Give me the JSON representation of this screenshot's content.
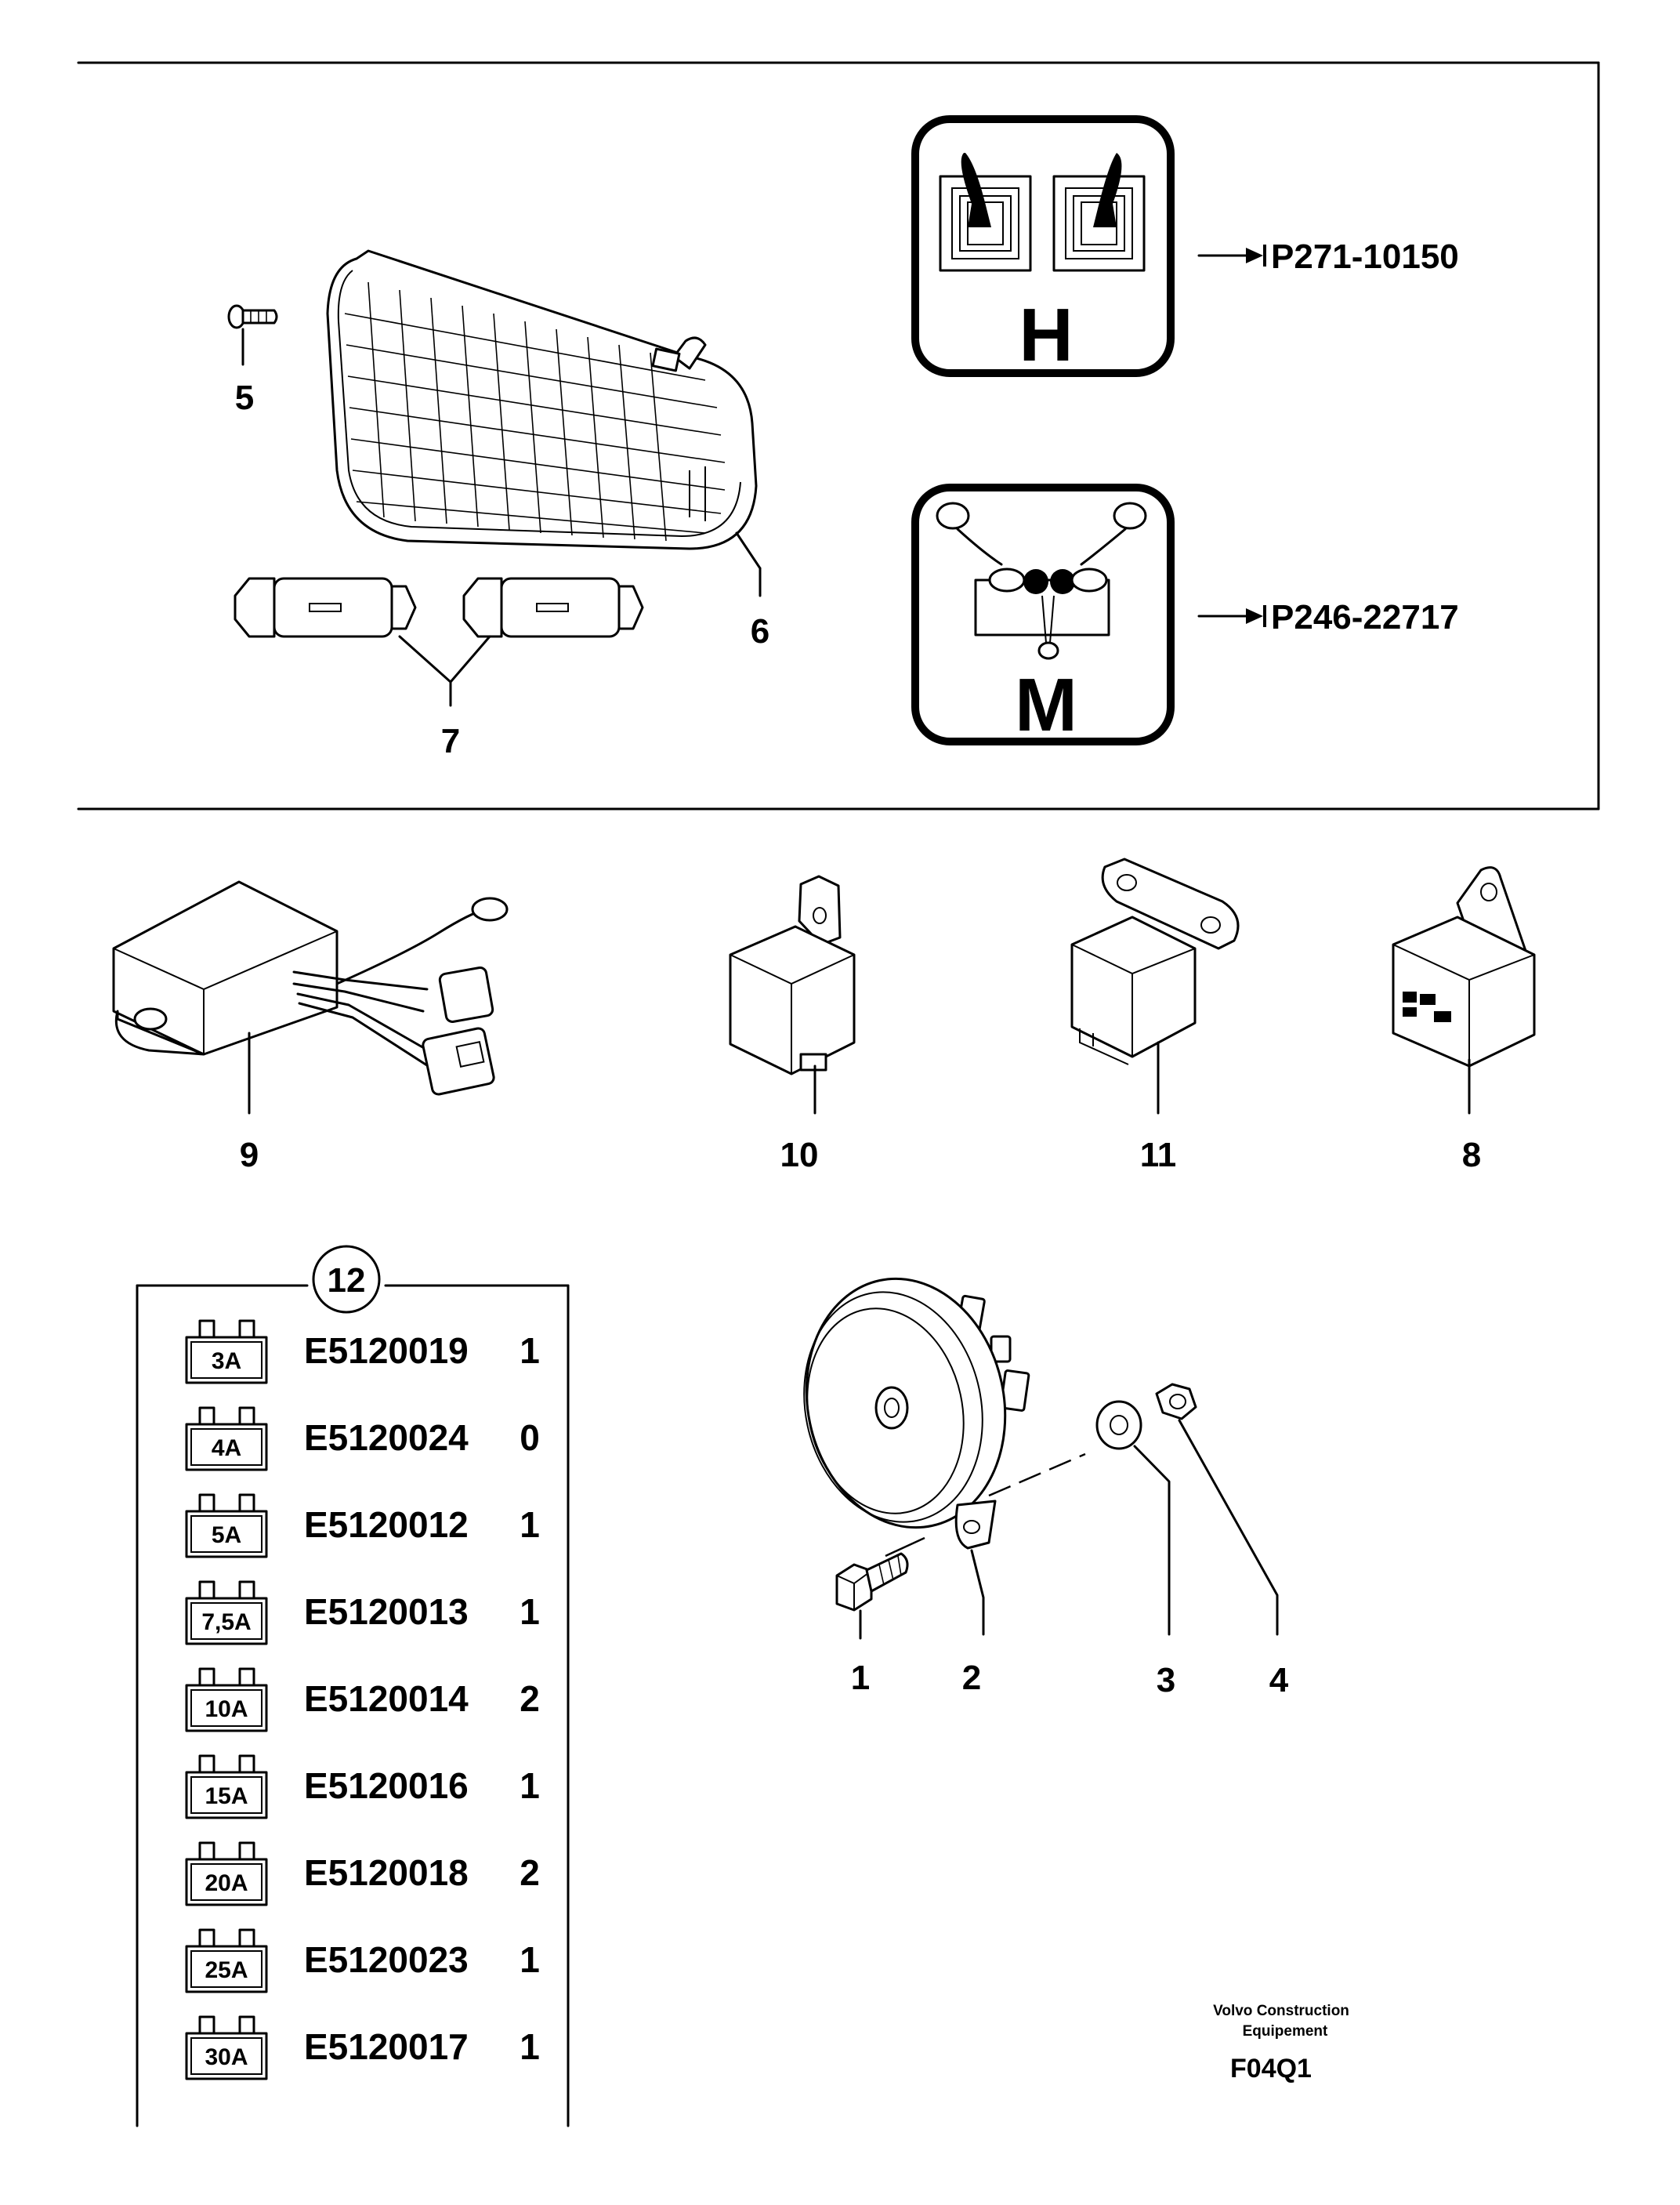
{
  "callouts": {
    "n1": "1",
    "n2": "2",
    "n3": "3",
    "n4": "4",
    "n5": "5",
    "n6": "6",
    "n7": "7",
    "n8": "8",
    "n9": "9",
    "n10": "10",
    "n11": "11",
    "n12": "12"
  },
  "references": {
    "control_h": {
      "letter": "H",
      "ref": "P271-10150"
    },
    "control_m": {
      "letter": "M",
      "ref": "P246-22717"
    }
  },
  "fuses": [
    {
      "rating": "3A",
      "part": "E5120019",
      "qty": "1"
    },
    {
      "rating": "4A",
      "part": "E5120024",
      "qty": "0"
    },
    {
      "rating": "5A",
      "part": "E5120012",
      "qty": "1"
    },
    {
      "rating": "7,5A",
      "part": "E5120013",
      "qty": "1"
    },
    {
      "rating": "10A",
      "part": "E5120014",
      "qty": "2"
    },
    {
      "rating": "15A",
      "part": "E5120016",
      "qty": "1"
    },
    {
      "rating": "20A",
      "part": "E5120018",
      "qty": "2"
    },
    {
      "rating": "25A",
      "part": "E5120023",
      "qty": "1"
    },
    {
      "rating": "30A",
      "part": "E5120017",
      "qty": "1"
    }
  ],
  "footer": {
    "brand_line1": "Volvo Construction",
    "brand_line2": "Equipement",
    "figure_code": "F04Q1"
  }
}
